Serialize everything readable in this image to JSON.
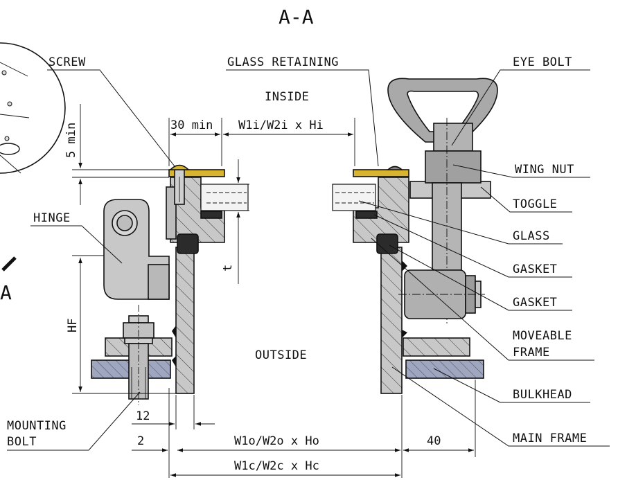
{
  "title": "A-A",
  "regions": {
    "inside": "INSIDE",
    "outside": "OUTSIDE"
  },
  "labels": {
    "screw": "SCREW",
    "glass_retaining": "GLASS RETAINING",
    "eye_bolt": "EYE BOLT",
    "wing_nut": "WING NUT",
    "toggle": "TOGGLE",
    "glass": "GLASS",
    "gasket_1": "GASKET",
    "gasket_2": "GASKET",
    "moveable_frame_1": "MOVEABLE",
    "moveable_frame_2": "FRAME",
    "bulkhead": "BULKHEAD",
    "main_frame": "MAIN FRAME",
    "hinge": "HINGE",
    "mounting_bolt_1": "MOUNTING",
    "mounting_bolt_2": "BOLT",
    "side_view": "A"
  },
  "dimensions": {
    "min_30": "30 min",
    "inside_opening": "W1i/W2i x Hi",
    "min_5": "5 min",
    "thickness": "t",
    "hf": "HF",
    "d12": "12",
    "d2": "2",
    "outside_opening": "W1o/W2o x Ho",
    "d40": "40",
    "cutout": "W1c/W2c x Hc"
  },
  "colors": {
    "steel": "#c8c8c8",
    "steel_dark": "#9e9e9e",
    "brass": "#d9b430",
    "gasket": "#2b2b2b",
    "bulkhead": "#9fa6c0",
    "glass": "#f3f3f3",
    "eyebolt": "#a9a9a9"
  }
}
